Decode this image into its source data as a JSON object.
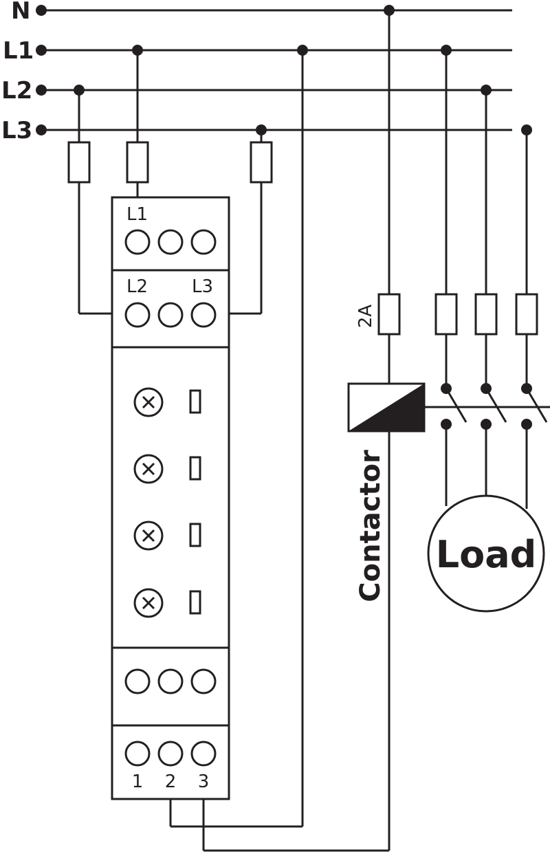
{
  "bus_labels": {
    "n": "N",
    "l1": "L1",
    "l2": "L2",
    "l3": "L3"
  },
  "relay": {
    "top_terminal_label": "L1",
    "mid_terminal_left_label": "L2",
    "mid_terminal_right_label": "L3",
    "output_terminals": [
      "1",
      "2",
      "3"
    ],
    "led_count": 4
  },
  "fuse_2a_label": "2A",
  "contactor_label": "Contactor",
  "load_label": "Load",
  "colors": {
    "line": "#231f20",
    "background": "#ffffff"
  }
}
